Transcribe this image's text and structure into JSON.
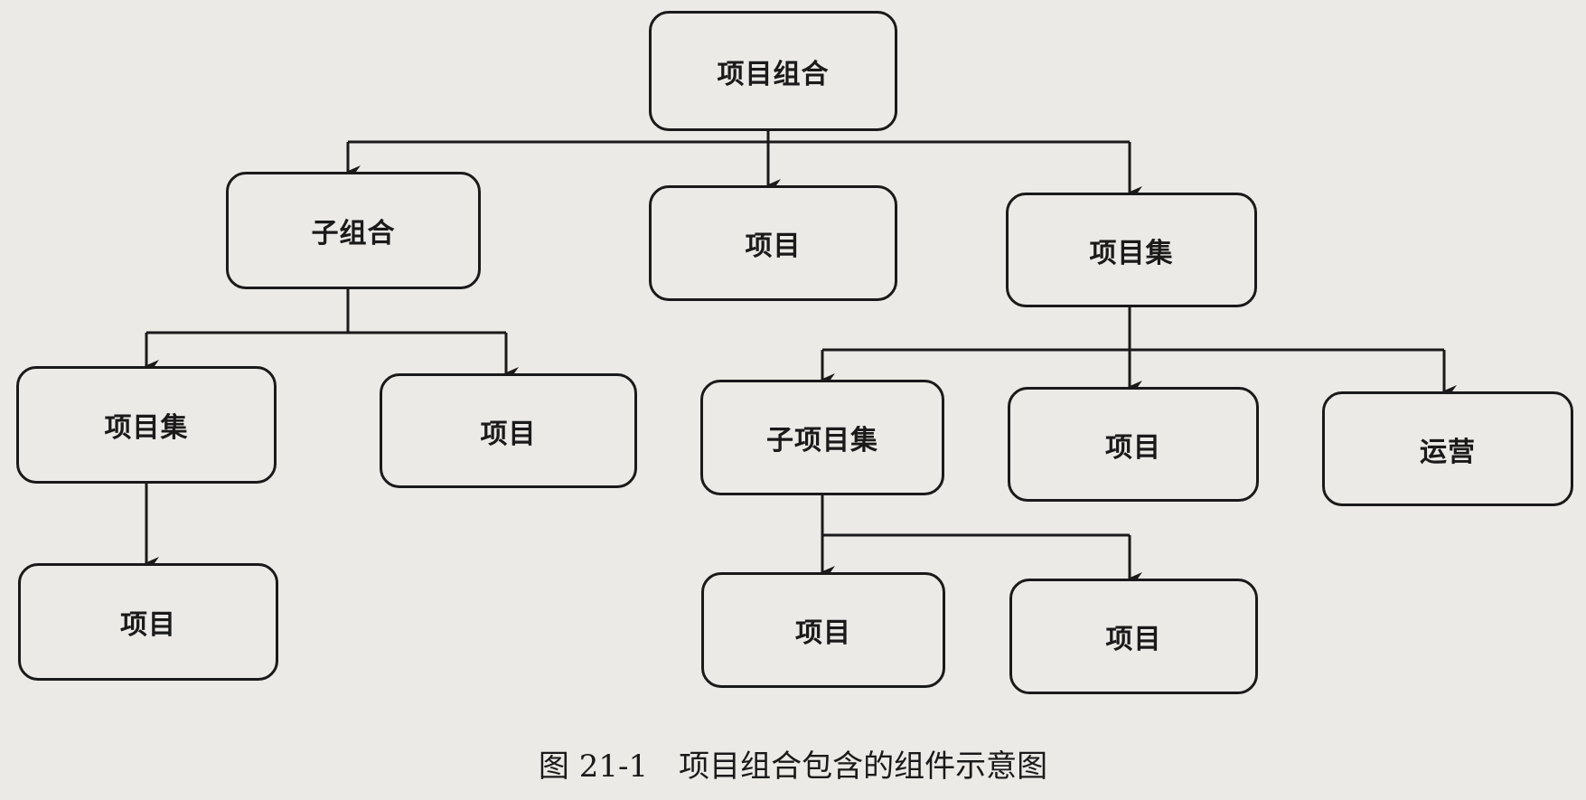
{
  "nodes": {
    "portfolio": "项目组合",
    "sub_portfolio": "子组合",
    "project_top": "项目",
    "program_top": "项目集",
    "program_left": "项目集",
    "project_left_mid": "项目",
    "project_left_bottom": "项目",
    "sub_program": "子项目集",
    "project_mid": "项目",
    "operations": "运营",
    "project_bottom_1": "项目",
    "project_bottom_2": "项目"
  },
  "caption": {
    "number": "图 21-1",
    "text": "项目组合包含的组件示意图"
  }
}
